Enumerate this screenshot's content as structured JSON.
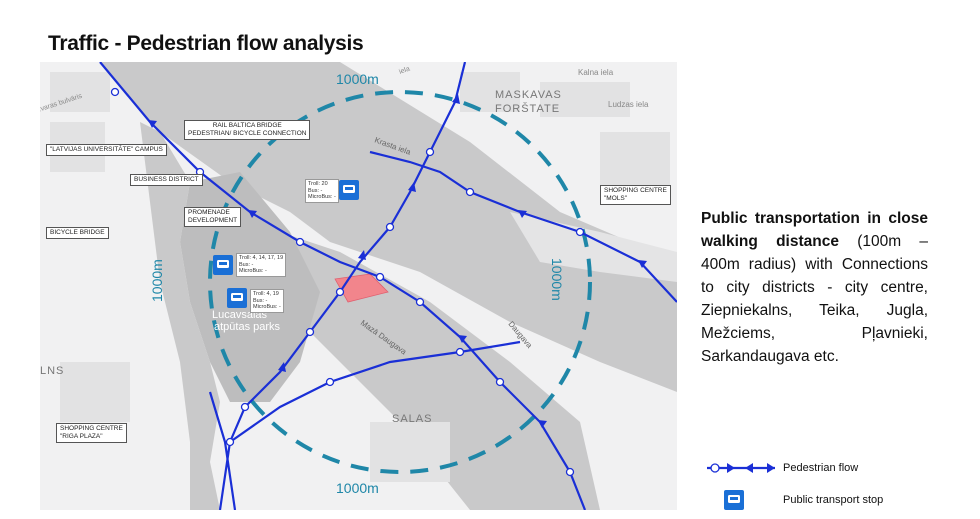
{
  "title": "Traffic - Pedestrian flow analysis",
  "description": {
    "bold": "Public transportation in close walking distance",
    "rest": " (100m – 400m radius) with Connections to city districts - city centre, Ziepniekalns, Teika, Jugla, Mežciems, Pļavnieki, Sarkandaugava etc."
  },
  "radius_labels": {
    "top": "1000m",
    "right": "1000m",
    "left": "1000m",
    "bottom": "1000m"
  },
  "map_labels": {
    "maskavas_1": "MASKAVAS",
    "maskavas_2": "FORŠTATE",
    "salas": "SALAS",
    "lns": "LNS",
    "park_1": "Lucavsalas",
    "park_2": "atpūtas parks",
    "maza_daugava": "Mazā Daugava",
    "daugava": "Daugava",
    "krasta": "Krasta iela",
    "kalna": "Kalna iela",
    "ludzas": "Ludzas iela",
    "zvaras": "zvaras bulvāris",
    "iela_top": "iela"
  },
  "callouts": {
    "rail_baltica": "RAIL BALTICA BRIDGE\nPEDESTRIAN/ BICYCLE CONNECTION",
    "campus": "\"LATVIJAS UNIVERSITĀTE\" CAMPUS",
    "business": "BUSINESS DISTRICT",
    "promenade": "PROMENADE\nDEVELOPMENT",
    "bicycle_bridge": "BICYCLE BRIDGE",
    "mols": "SHOPPING CENTRE\n\"MOLS\"",
    "riga_plaza": "SHOPPING CENTRE\n\"RIGA PLAZA\""
  },
  "stops": {
    "stop1": "Troll: 20\nBus: -\nMicroBus: -",
    "stop2": "Troll: 4, 14, 17, 19\nBus: -\nMicroBus: -",
    "stop3": "Troll: 4, 19\nBus: -\nMicroBus: -"
  },
  "legend": {
    "pedestrian_flow": "Pedestrian flow",
    "transport_stop": "Public transport stop"
  },
  "colors": {
    "flow": "#1a2fd6",
    "radius_circle": "#1f87a8",
    "river": "#c9c9ca",
    "land": "#f1f1f2",
    "site": "#f2858c",
    "stop_icon": "#1a6fd6"
  }
}
